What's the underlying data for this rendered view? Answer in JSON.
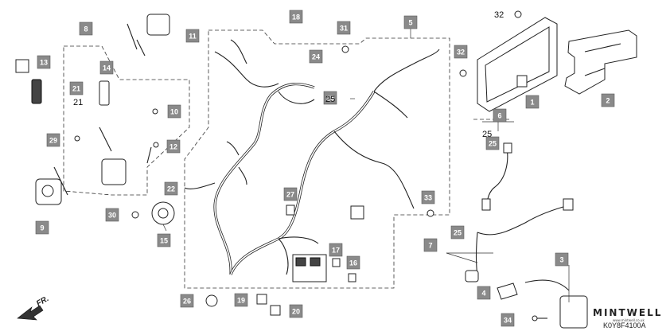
{
  "diagram": {
    "callouts": [
      "1",
      "2",
      "3",
      "4",
      "5",
      "6",
      "7",
      "8",
      "9",
      "10",
      "11",
      "12",
      "13",
      "14",
      "15",
      "16",
      "17",
      "18",
      "19",
      "20",
      "21",
      "22",
      "24",
      "25",
      "25",
      "25",
      "26",
      "27",
      "29",
      "30",
      "31",
      "32",
      "32",
      "33",
      "34"
    ],
    "plain_labels": [
      "32",
      "21",
      "25",
      "25"
    ],
    "fr_label": "FR.",
    "brand": {
      "name": "MINTWELL",
      "sub": "www.mintwell.co.uk"
    },
    "diagram_code": "K0Y8F4100A"
  }
}
